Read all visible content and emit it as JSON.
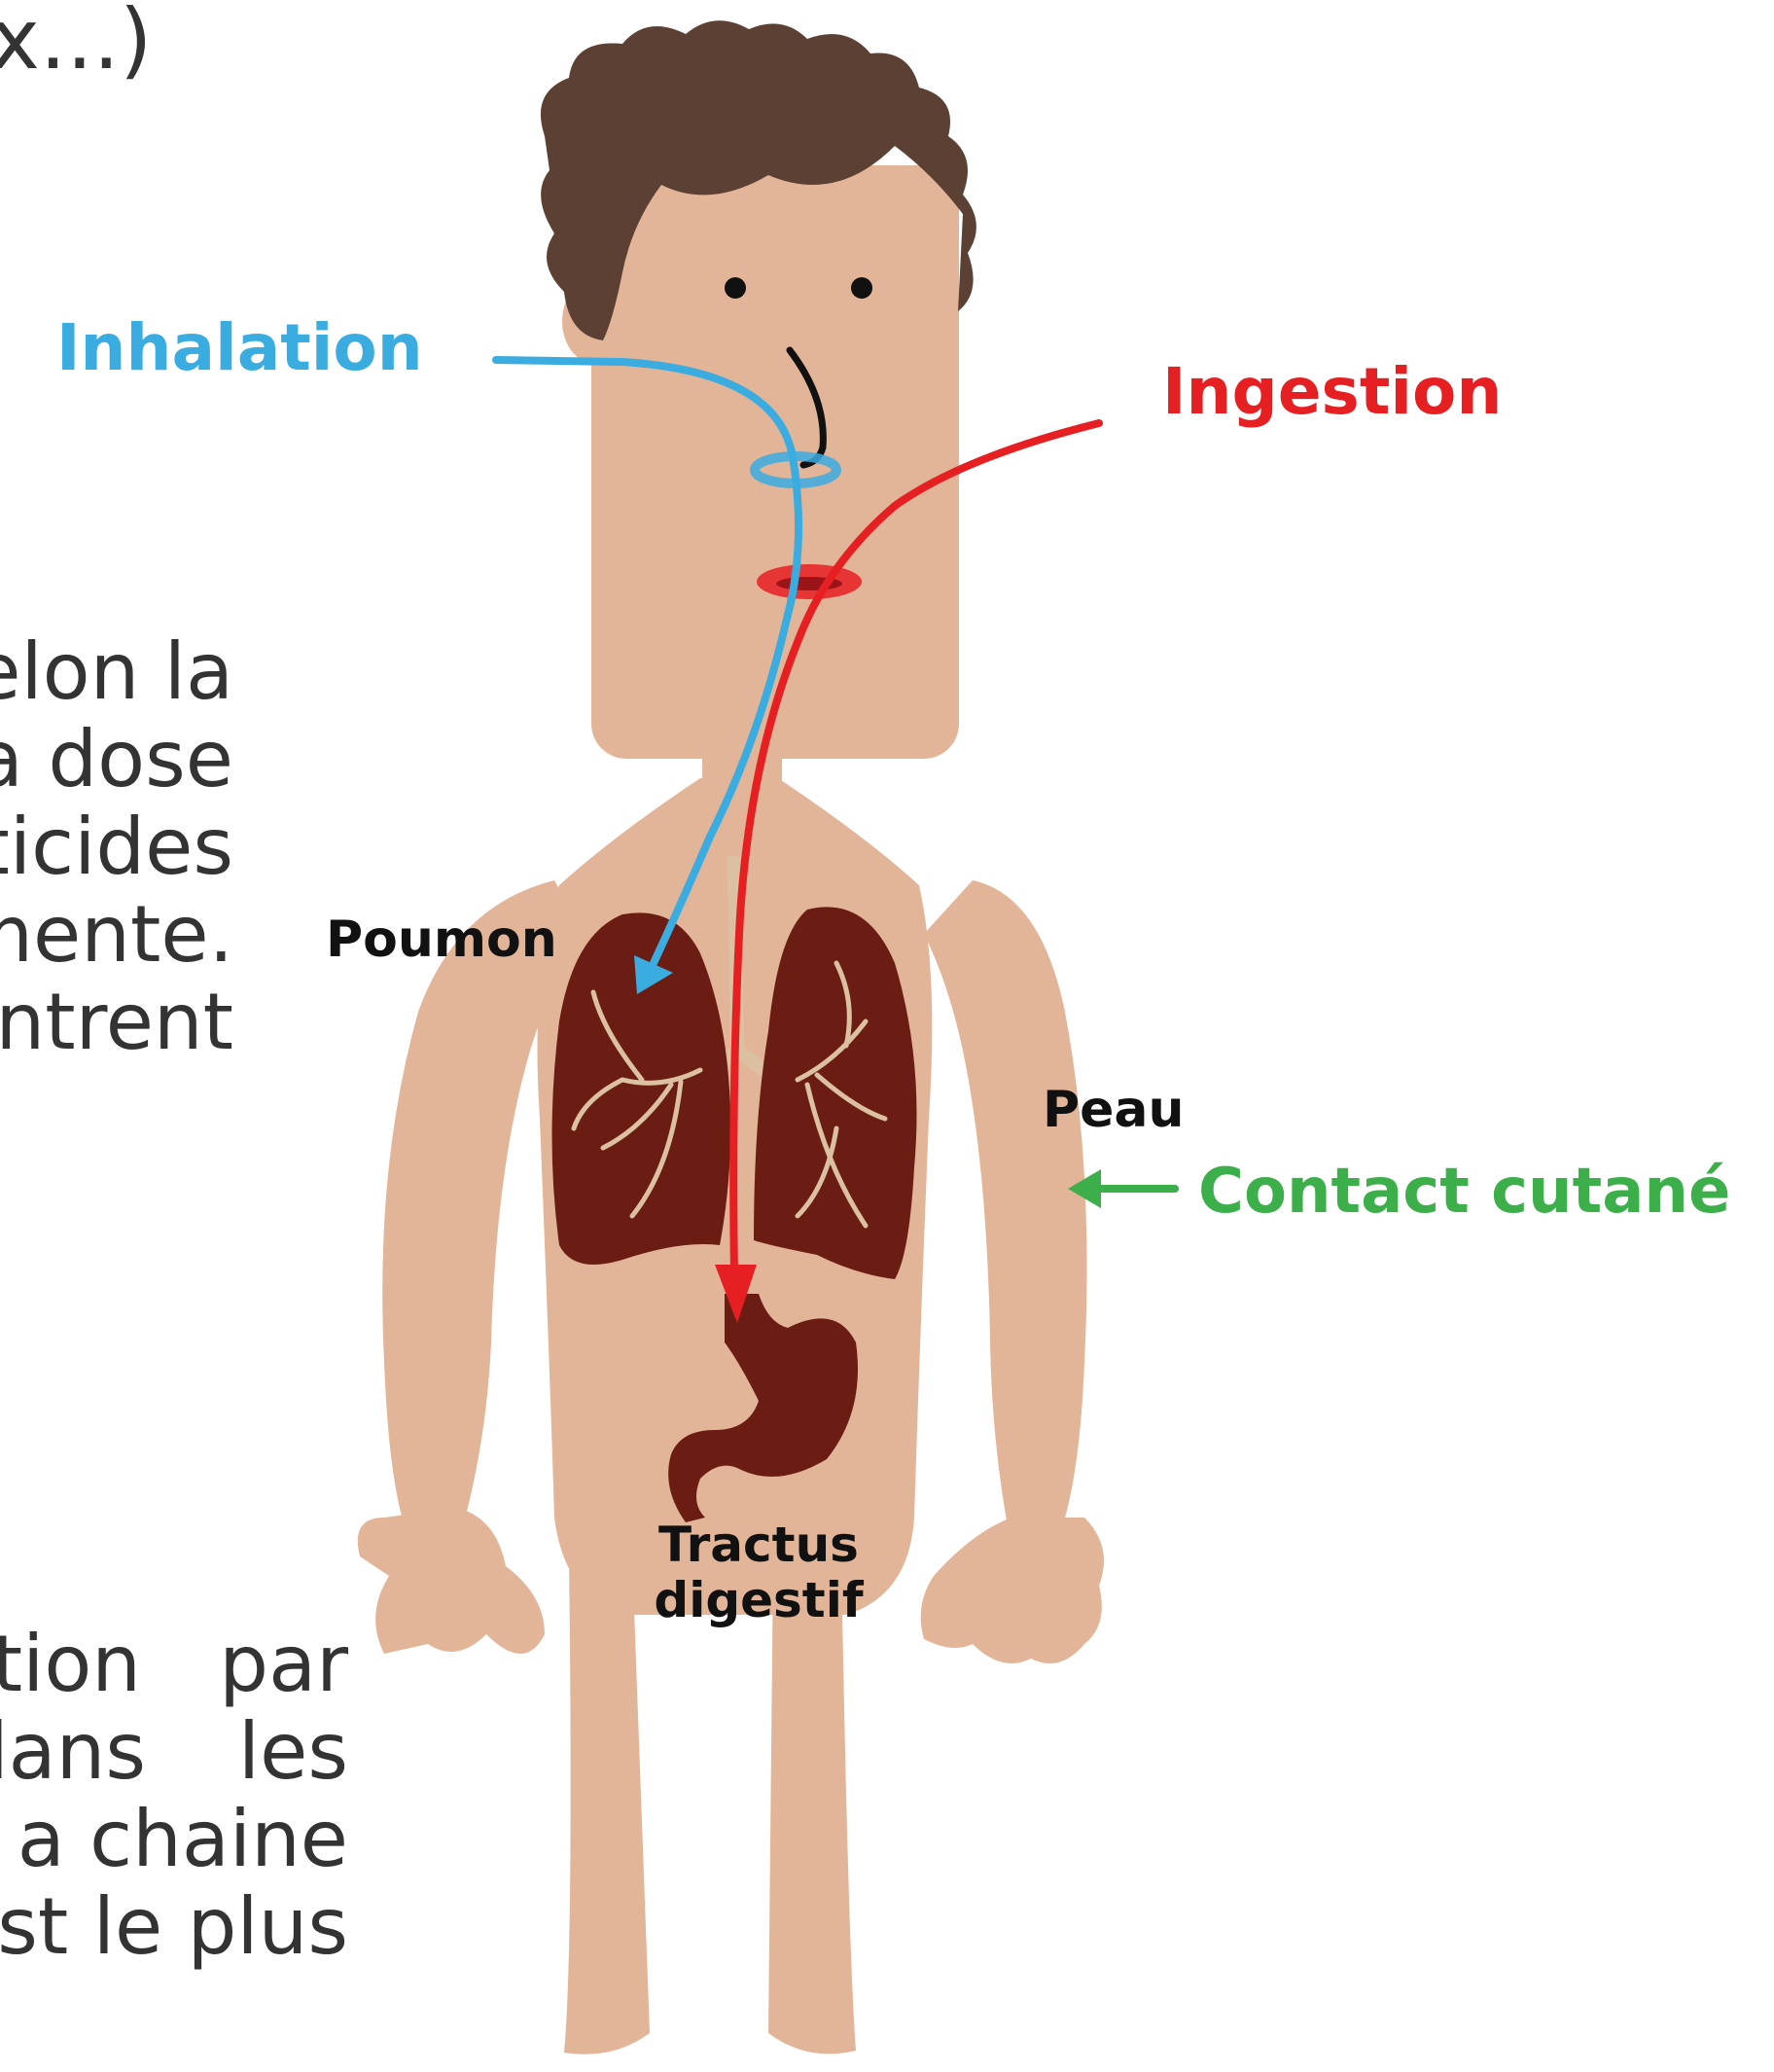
{
  "text_fragments": {
    "top": "x...)",
    "para1": [
      "elon la",
      "a dose",
      "sticides",
      "mente.",
      "entrent"
    ],
    "para2": [
      "tion",
      "par",
      "dans",
      "les",
      "a chaine",
      "est le plus"
    ]
  },
  "routes": {
    "inhalation": "Inhalation",
    "ingestion": "Ingestion",
    "contact": "Contact cutané"
  },
  "organs": {
    "lung": "Poumon",
    "skin": "Peau",
    "digestive_line1": "Tractus",
    "digestive_line2": "digestif"
  },
  "colors": {
    "inhalation": "#3aace0",
    "ingestion": "#e61f22",
    "contact": "#3caf4b",
    "skin": "#e2b598",
    "hair": "#5c4033",
    "organ": "#6b1d14",
    "airway": "#dcc0a2"
  }
}
